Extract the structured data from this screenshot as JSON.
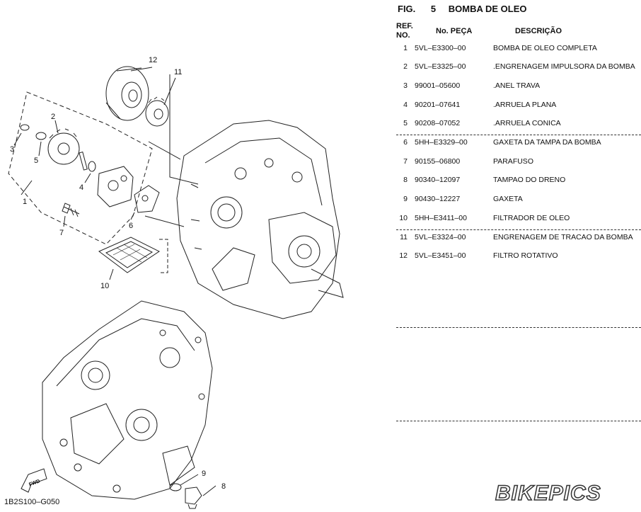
{
  "figure": {
    "label": "FIG.",
    "number": "5",
    "title": "BOMBA DE OLEO"
  },
  "table": {
    "headers": {
      "ref_line1": "REF.",
      "ref_line2": "NO.",
      "part_no": "No. PEÇA",
      "description": "DESCRIÇÃO"
    },
    "rows": [
      {
        "ref": "1",
        "part_no": "5VL–E3300–00",
        "description": "BOMBA DE OLEO COMPLETA"
      },
      {
        "ref": "2",
        "part_no": "5VL–E3325–00",
        "description": ".ENGRENAGEM IMPULSORA DA BOMBA"
      },
      {
        "ref": "3",
        "part_no": "99001–05600",
        "description": ".ANEL TRAVA"
      },
      {
        "ref": "4",
        "part_no": "90201–07641",
        "description": ".ARRUELA PLANA"
      },
      {
        "ref": "5",
        "part_no": "90208–07052",
        "description": ".ARRUELA CONICA"
      },
      {
        "ref": "6",
        "part_no": "5HH–E3329–00",
        "description": "GAXETA DA TAMPA DA BOMBA"
      },
      {
        "ref": "7",
        "part_no": "90155–06800",
        "description": "PARAFUSO"
      },
      {
        "ref": "8",
        "part_no": "90340–12097",
        "description": "TAMPAO DO DRENO"
      },
      {
        "ref": "9",
        "part_no": "90430–12227",
        "description": "GAXETA"
      },
      {
        "ref": "10",
        "part_no": "5HH–E3411–00",
        "description": "FILTRADOR DE OLEO"
      },
      {
        "ref": "11",
        "part_no": "5VL–E3324–00",
        "description": "ENGRENAGEM DE TRACAO DA BOMBA"
      },
      {
        "ref": "12",
        "part_no": "5VL–E3451–00",
        "description": "FILTRO ROTATIVO"
      }
    ]
  },
  "diagram": {
    "callouts": [
      "1",
      "2",
      "3",
      "4",
      "5",
      "6",
      "7",
      "8",
      "9",
      "10",
      "11",
      "12"
    ],
    "code": "1B2S100–G050",
    "fwd_label": "FWD"
  },
  "watermark": "BIKEPICS"
}
